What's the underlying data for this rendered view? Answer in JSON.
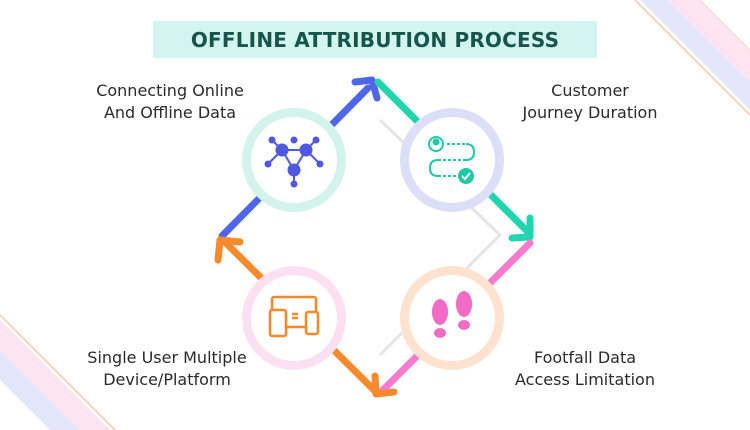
{
  "title": "OFFLINE ATTRIBUTION PROCESS",
  "colors": {
    "title_bg": "#d3f5ef",
    "title_text": "#17544a",
    "arrow_blue": "#4f66e8",
    "arrow_teal": "#21d6ae",
    "arrow_pink": "#f87ad0",
    "arrow_orange": "#f78a2c"
  },
  "steps": [
    {
      "line1": "Connecting Online",
      "line2": "And Offline Data",
      "icon": "network-nodes-icon",
      "ring_color": "#d3f3ec",
      "icon_color": "#4f59e0"
    },
    {
      "line1": "Customer",
      "line2": "Journey Duration",
      "icon": "journey-flow-icon",
      "ring_color": "#dcdff7",
      "icon_color": "#1ec9a3"
    },
    {
      "line1": "Footfall Data",
      "line2": "Access Limitation",
      "icon": "footprints-icon",
      "ring_color": "#fde3cf",
      "icon_color": "#f06bc4"
    },
    {
      "line1": "Single User Multiple",
      "line2": "Device/Platform",
      "icon": "multi-device-icon",
      "ring_color": "#fbe0f2",
      "icon_color": "#f7882a"
    }
  ]
}
